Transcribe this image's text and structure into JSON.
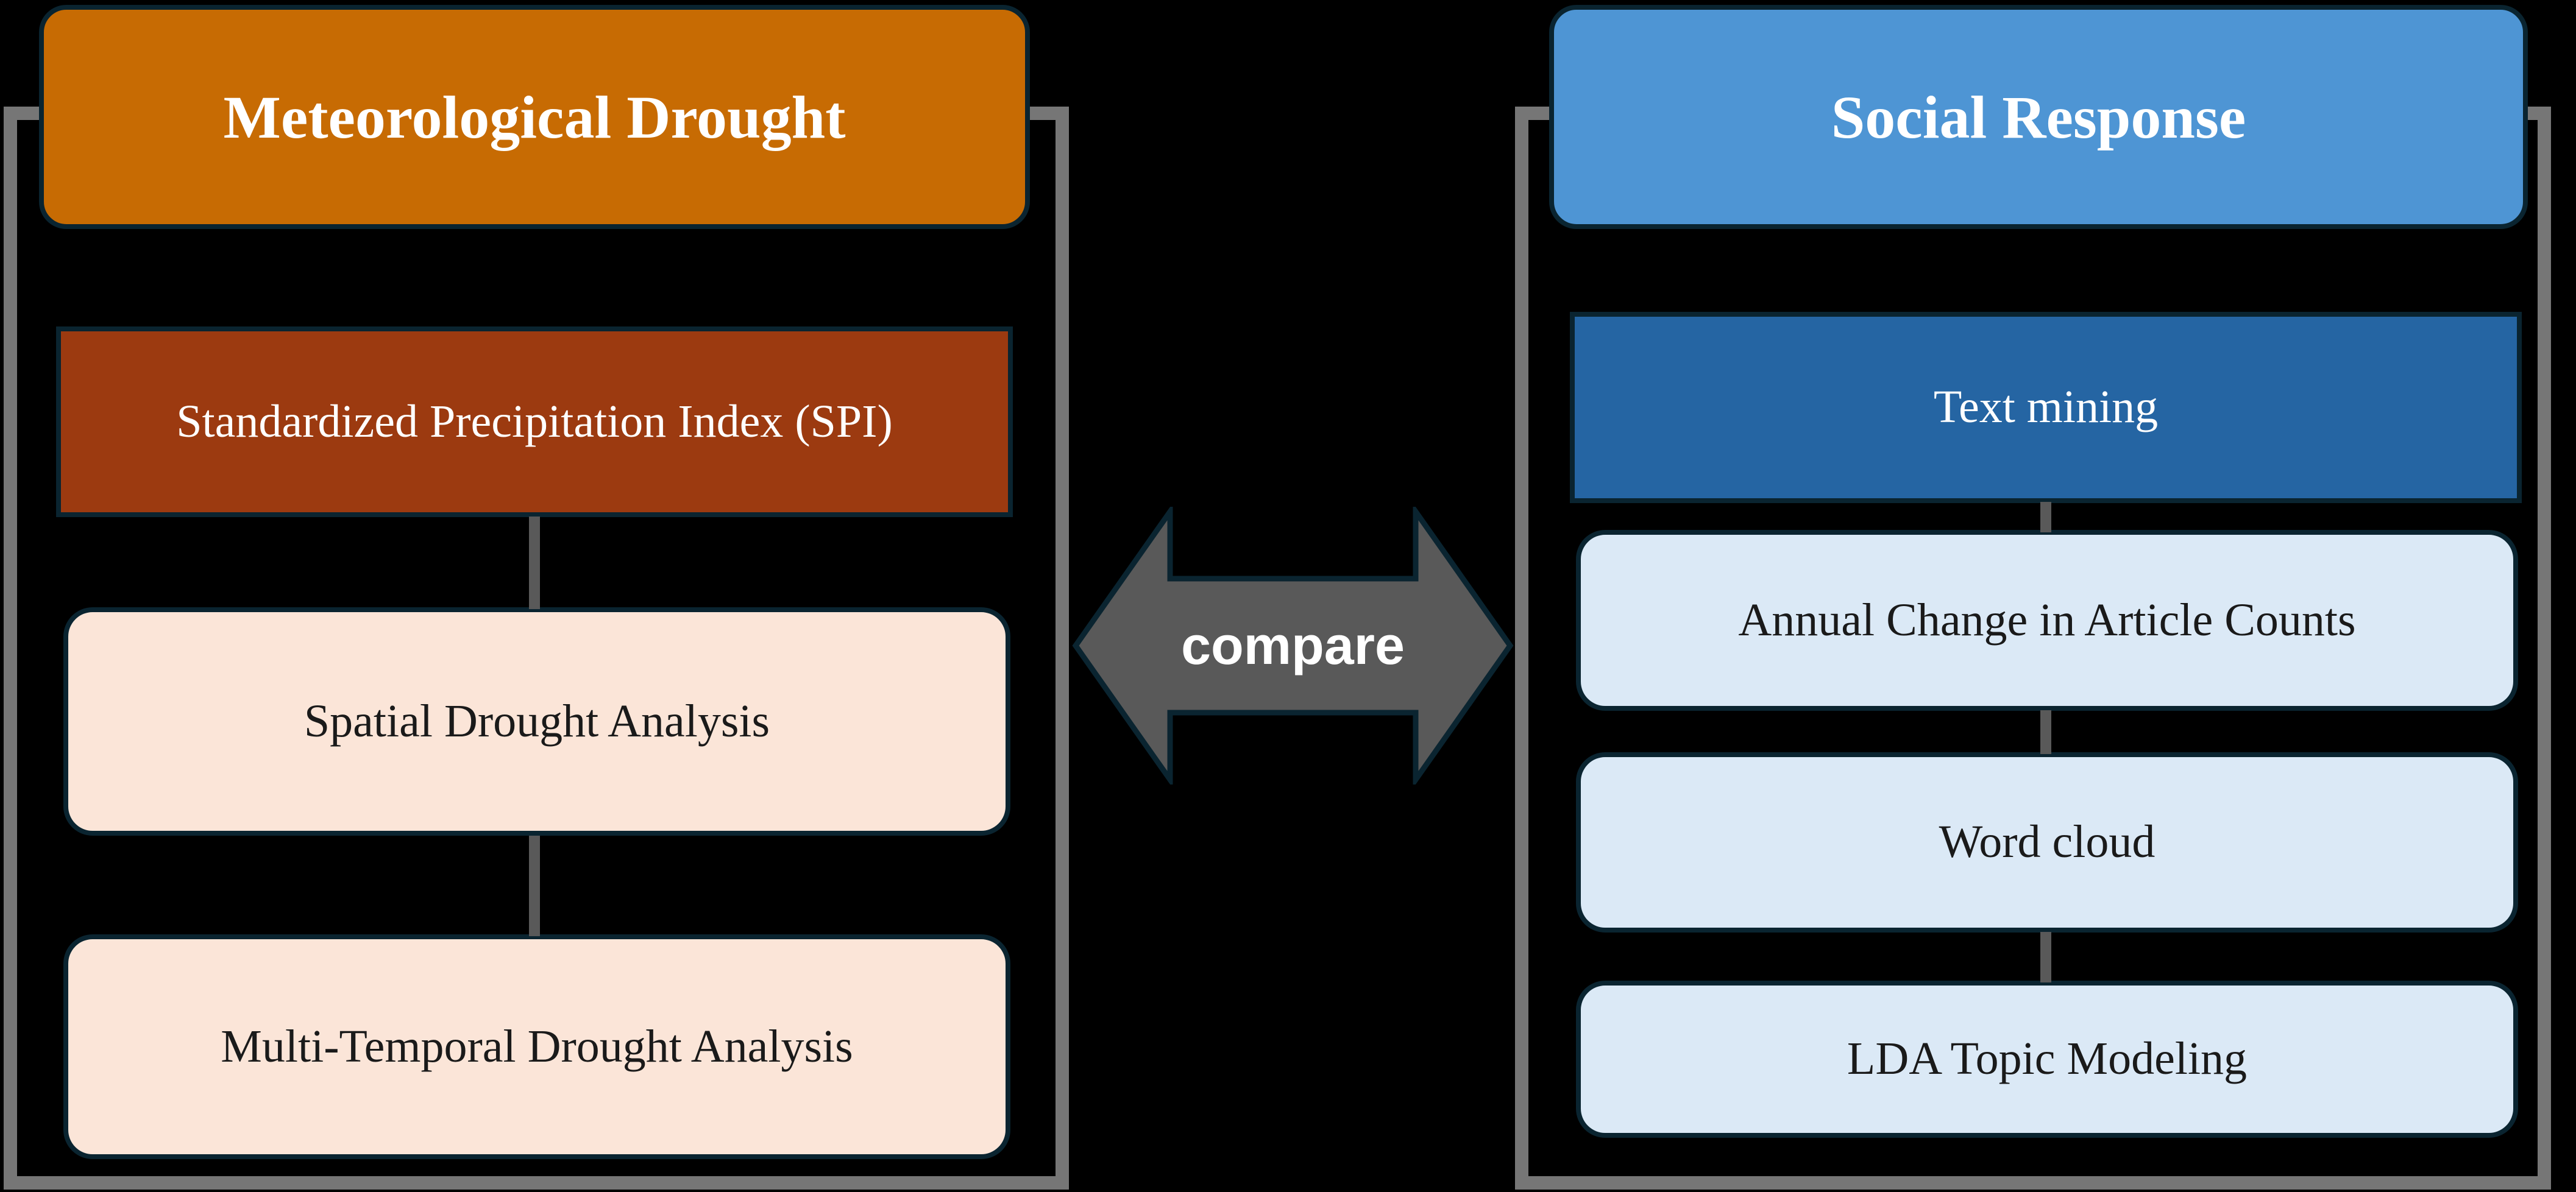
{
  "diagram": {
    "left_panel": {
      "title": "Meteorological Drought",
      "items": [
        {
          "label": "Standardized Precipitation Index (SPI)"
        },
        {
          "label": "Spatial Drought Analysis"
        },
        {
          "label": "Multi-Temporal Drought Analysis"
        }
      ]
    },
    "right_panel": {
      "title": "Social Response",
      "items": [
        {
          "label": "Text mining"
        },
        {
          "label": "Annual Change in Article Counts"
        },
        {
          "label": "Word cloud"
        },
        {
          "label": "LDA Topic Modeling"
        }
      ]
    },
    "arrow": {
      "label": "compare"
    },
    "colors": {
      "background": "#000000",
      "frame_border": "#767676",
      "left_header_fill": "#C76B03",
      "left_solid_fill": "#9C3A10",
      "left_light_fill": "#FBE5D8",
      "right_header_fill": "#4E95D4",
      "right_solid_fill": "#2565A3",
      "right_light_fill": "#DBE9F6",
      "node_border": "#0A2430",
      "connector_gray": "#595959",
      "arrow_fill": "#595959",
      "text_light": "#FFFFFF",
      "text_dark": "#1A1A1A"
    }
  }
}
